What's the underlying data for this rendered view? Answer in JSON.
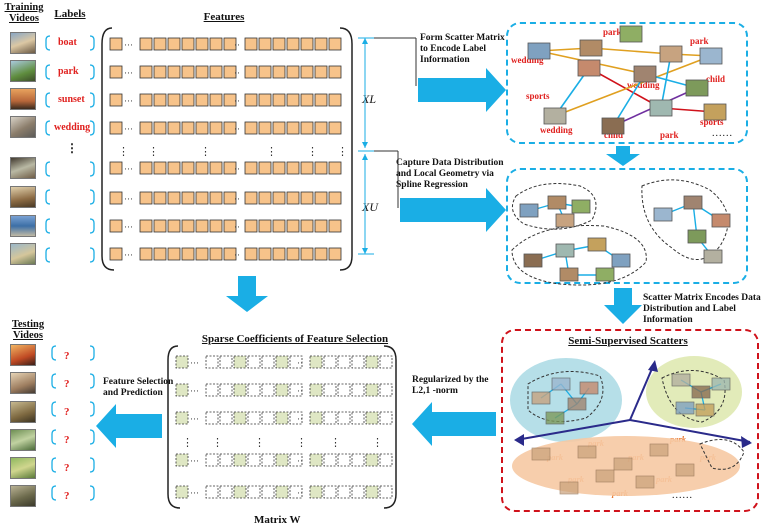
{
  "training": {
    "heading": "Training Videos",
    "labels_heading": "Labels",
    "labels": [
      "boat",
      "park",
      "sunset",
      "wedding"
    ]
  },
  "features_heading": "Features",
  "x_labeled": "XL",
  "x_unlabeled": "XU",
  "steps": {
    "scatter_label": "Form Scatter Matrix to Encode Label Information",
    "spline": "Capture Data Distribution and Local Geometry via Spline Regression",
    "encodes": "Scatter Matrix Encodes Data Distribution and Label Information",
    "regularized": "Regularized by the L2,1 -norm",
    "prediction": "Feature Selection and Prediction"
  },
  "graph_labels": [
    "park",
    "park",
    "wedding",
    "wedding",
    "child",
    "sports",
    "wedding",
    "child",
    "park",
    "sports"
  ],
  "semi_supervised_heading": "Semi-Supervised Scatters",
  "park_labels": [
    "park",
    "park",
    "park",
    "park",
    "park",
    "park",
    "park",
    "park"
  ],
  "sparse_heading": "Sparse Coefficients of Feature Selection",
  "matrix_label": "Matrix W",
  "testing": {
    "heading": "Testing Videos",
    "unknown": "?"
  },
  "ellipsis": "......",
  "colors": {
    "feature_fill": "#f7c38a",
    "arrow_blue": "#1aaee5",
    "cyan_frame": "#1aaee5",
    "red_frame": "#d0121b",
    "label_red": "#e0211f",
    "green_cell": "#dfe7c4",
    "blue_ellipse": "#a9d9e4",
    "green_ellipse": "#dfe9b1",
    "orange_ellipse": "#f6c9a3"
  }
}
